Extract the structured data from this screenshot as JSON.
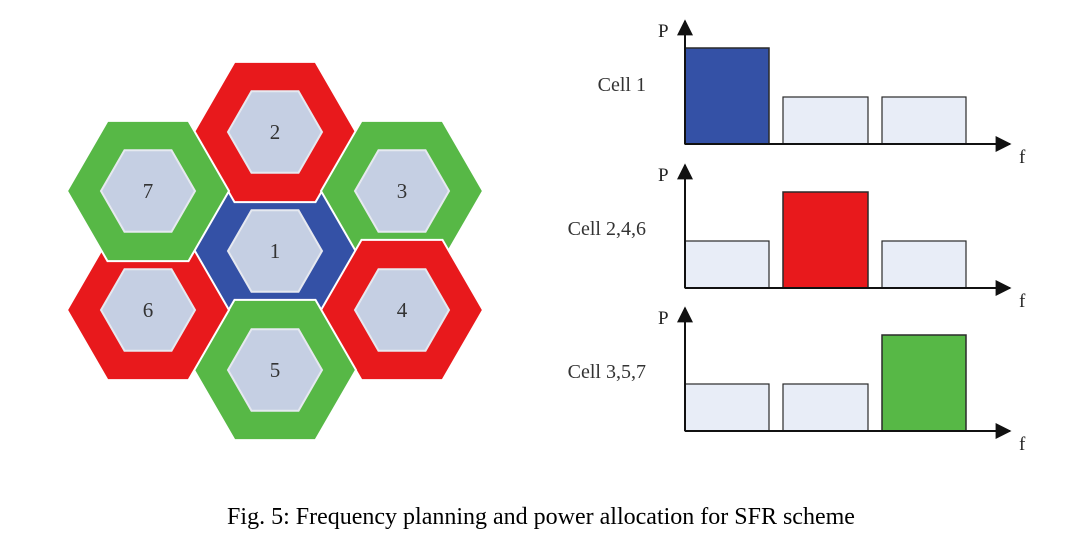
{
  "colors": {
    "red": "#e8191c",
    "green": "#57b846",
    "blue": "#3451a6",
    "inner": "#c5cfe3",
    "low_power_fill": "#e8edf7",
    "outline": "#2a2a2a"
  },
  "hexagons": [
    {
      "label": "1",
      "ring": "blue"
    },
    {
      "label": "2",
      "ring": "red"
    },
    {
      "label": "3",
      "ring": "green"
    },
    {
      "label": "4",
      "ring": "red"
    },
    {
      "label": "5",
      "ring": "green"
    },
    {
      "label": "6",
      "ring": "red"
    },
    {
      "label": "7",
      "ring": "green"
    }
  ],
  "power_plots": [
    {
      "cell_label": "Cell 1",
      "y_axis": "P",
      "x_axis": "f",
      "high_band": 1,
      "high_color": "blue"
    },
    {
      "cell_label": "Cell 2,4,6",
      "y_axis": "P",
      "x_axis": "f",
      "high_band": 2,
      "high_color": "red"
    },
    {
      "cell_label": "Cell 3,5,7",
      "y_axis": "P",
      "x_axis": "f",
      "high_band": 3,
      "high_color": "green"
    }
  ],
  "caption": "Fig. 5: Frequency planning and power allocation for SFR scheme"
}
